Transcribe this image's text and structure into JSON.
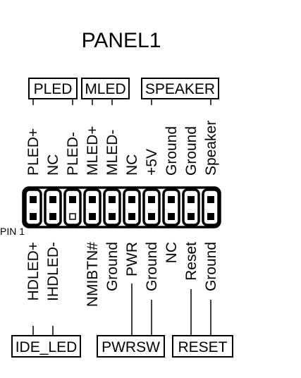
{
  "title": "PANEL1",
  "pin1_label": "PIN 1",
  "top_groups": [
    "PLED",
    "MLED",
    "SPEAKER"
  ],
  "bottom_groups": [
    "IDE_LED",
    "PWRSW",
    "RESET"
  ],
  "top_pins": [
    "PLED+",
    "NC",
    "PLED-",
    "MLED+",
    "MLED-",
    "NC",
    "+5V",
    "Ground",
    "Ground",
    "Speaker"
  ],
  "bottom_pins": [
    "HDLED+",
    "IHDLED-",
    "",
    "NMIBTN#",
    "Ground",
    "PWR",
    "Ground",
    "NC",
    "Reset",
    "Ground"
  ],
  "colors": {
    "ink": "#000000",
    "paper": "#ffffff"
  }
}
